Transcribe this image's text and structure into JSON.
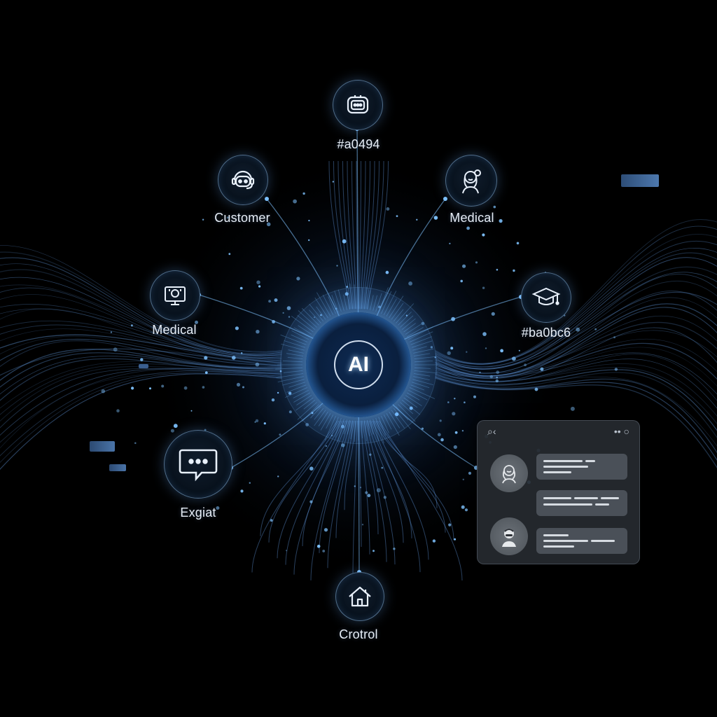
{
  "core": {
    "label": "AI"
  },
  "nodes": [
    {
      "key": "top",
      "label": "#a0494",
      "icon": "chatbot-icon"
    },
    {
      "key": "upper-left",
      "label": "Customer",
      "icon": "robot-headset-icon"
    },
    {
      "key": "upper-right",
      "label": "Medical",
      "icon": "doctor-icon"
    },
    {
      "key": "mid-left",
      "label": "Medical",
      "icon": "monitor-camera-icon"
    },
    {
      "key": "mid-right",
      "label": "#ba0bc6",
      "icon": "graduation-cap-icon"
    },
    {
      "key": "lower-left",
      "label": "Exgiat",
      "icon": "chat-bubble-icon"
    },
    {
      "key": "bottom",
      "label": "Crotrol",
      "icon": "home-icon"
    }
  ],
  "chat_panel": {
    "toolbar_left": "⌕‹",
    "toolbar_right": "•• ○",
    "avatars": [
      "agent-avatar-icon",
      "user-avatar-icon"
    ]
  },
  "colors": {
    "accent": "#7fc3ff",
    "line": "#5b8fd0",
    "background": "#000000",
    "panel": "#262a30"
  }
}
